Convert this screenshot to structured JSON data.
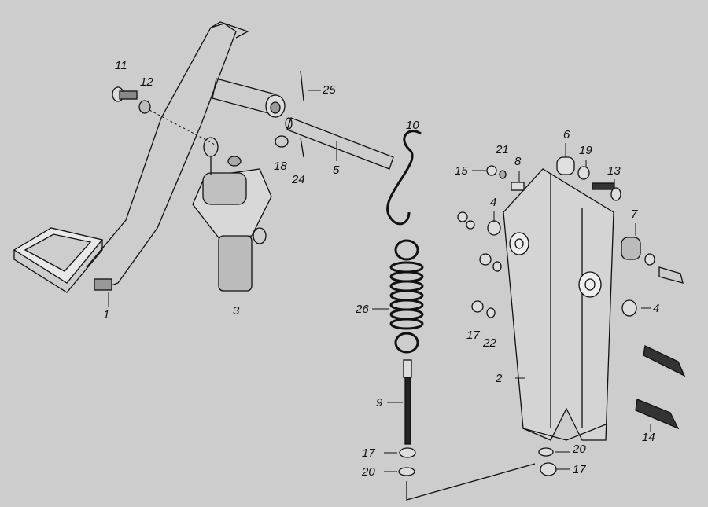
{
  "diagram": {
    "background": "#cdcdcd",
    "line_color": "#111111",
    "labels": [
      {
        "id": "l11",
        "text": "11"
      },
      {
        "id": "l12",
        "text": "12"
      },
      {
        "id": "l25",
        "text": "25"
      },
      {
        "id": "l10",
        "text": "10"
      },
      {
        "id": "l6",
        "text": "6"
      },
      {
        "id": "l21",
        "text": "21"
      },
      {
        "id": "l19",
        "text": "19"
      },
      {
        "id": "l8",
        "text": "8"
      },
      {
        "id": "l15",
        "text": "15"
      },
      {
        "id": "l13",
        "text": "13"
      },
      {
        "id": "l18",
        "text": "18"
      },
      {
        "id": "l24",
        "text": "24"
      },
      {
        "id": "l5",
        "text": "5"
      },
      {
        "id": "l7",
        "text": "7"
      },
      {
        "id": "l4a",
        "text": "4"
      },
      {
        "id": "l4b",
        "text": "4"
      },
      {
        "id": "l1",
        "text": "1"
      },
      {
        "id": "l3",
        "text": "3"
      },
      {
        "id": "l26",
        "text": "26"
      },
      {
        "id": "l17a",
        "text": "17"
      },
      {
        "id": "l22",
        "text": "22"
      },
      {
        "id": "l2",
        "text": "2"
      },
      {
        "id": "l9",
        "text": "9"
      },
      {
        "id": "l14",
        "text": "14"
      },
      {
        "id": "l17b",
        "text": "17"
      },
      {
        "id": "l20a",
        "text": "20"
      },
      {
        "id": "l20b",
        "text": "20"
      },
      {
        "id": "l17c",
        "text": "17"
      }
    ]
  }
}
